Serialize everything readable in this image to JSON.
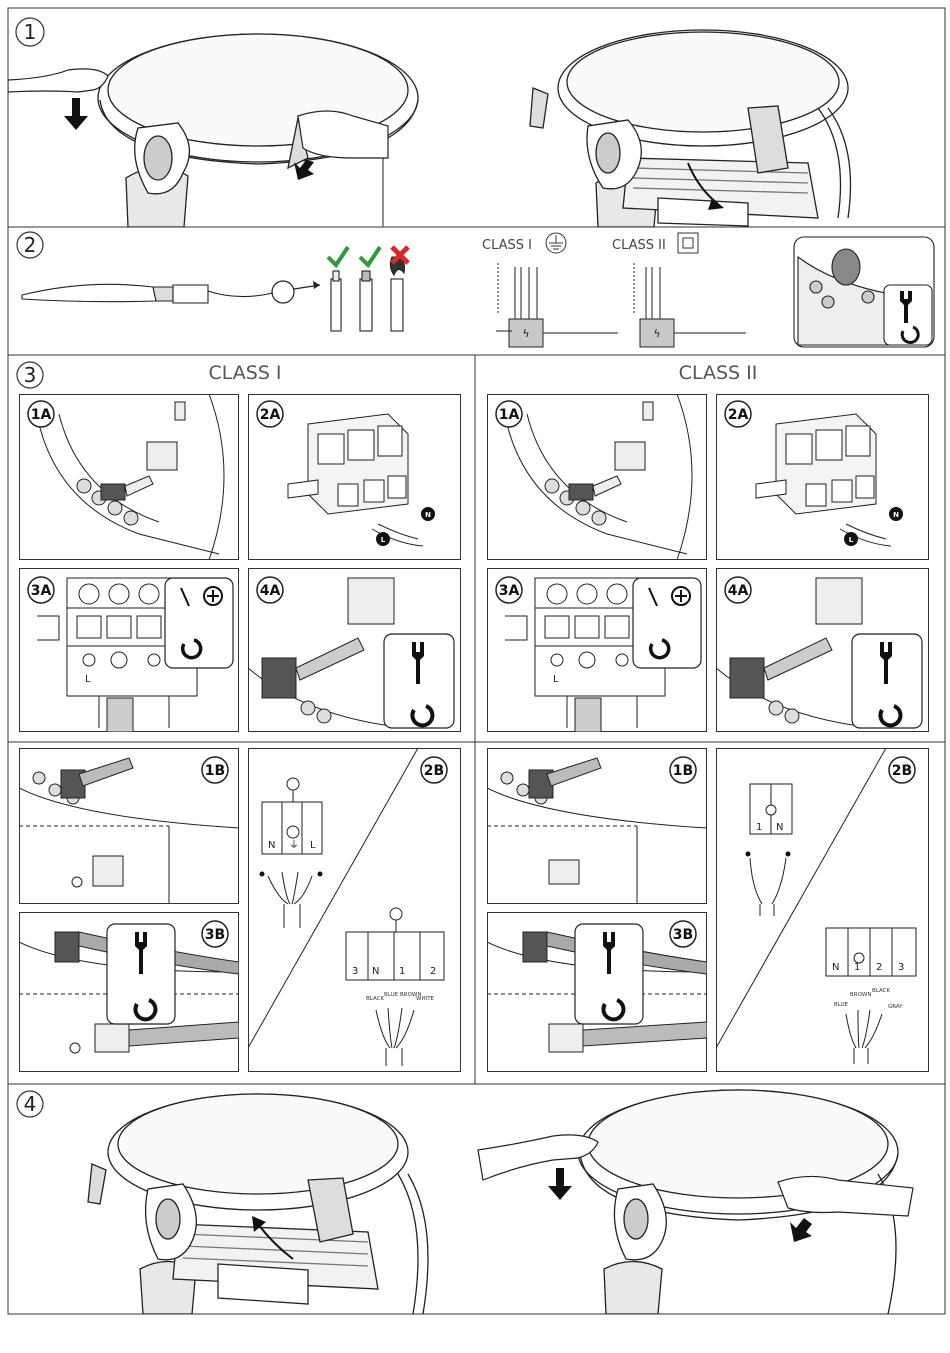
{
  "steps": {
    "s1": "1",
    "s2": "2",
    "s3": "3",
    "s4": "4"
  },
  "section2": {
    "class1_label": "CLASS I",
    "class2_label": "CLASS II"
  },
  "section3": {
    "class1_title": "CLASS I",
    "class2_title": "CLASS II",
    "badges": {
      "b1a": "1A",
      "b2a": "2A",
      "b3a": "3A",
      "b4a": "4A",
      "b1b": "1B",
      "b2b": "2B",
      "b3b": "3B"
    },
    "terminal_labels": {
      "L": "L",
      "N": "N",
      "pe": "⏚",
      "t1": "1",
      "t2": "2",
      "t3": "3"
    },
    "wire_labels_class1": [
      "BLACK",
      "BLUE",
      "BROWN",
      "WHITE"
    ],
    "wire_labels_class2": [
      "BLUE",
      "BROWN",
      "BLACK",
      "GRAY"
    ]
  },
  "colors": {
    "check": "#2e9a3a",
    "cross": "#d42a2a",
    "line": "#1a1a1a",
    "fill_grey": "#c8c8c8"
  },
  "icons": [
    "hand-push-icon",
    "arrow-icon",
    "check-icon",
    "cross-icon",
    "ground-icon",
    "double-insulation-icon",
    "wrench-icon",
    "rotate-icon",
    "screwdriver-icon",
    "phillips-icon"
  ]
}
